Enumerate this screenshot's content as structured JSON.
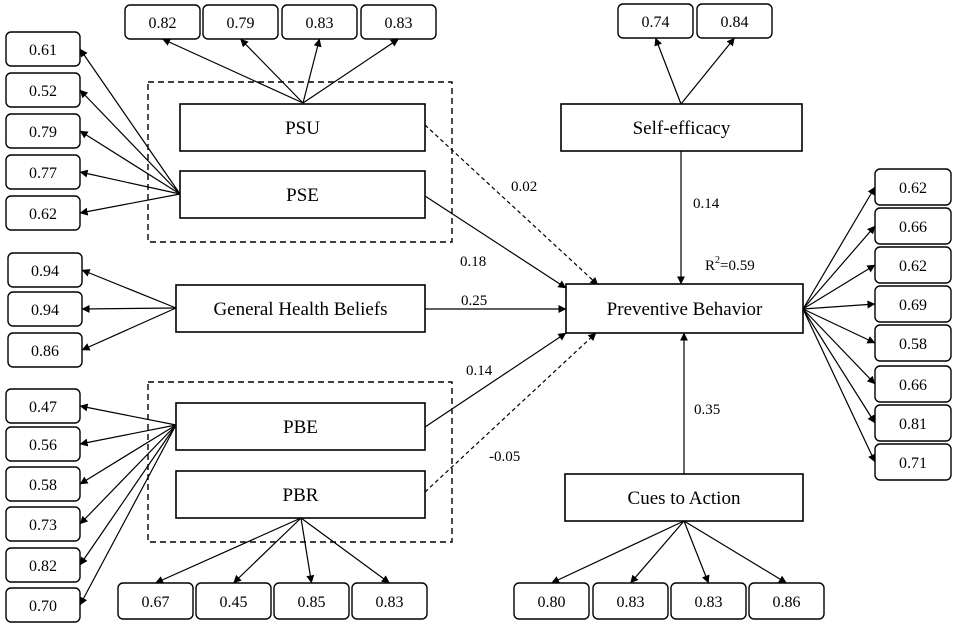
{
  "constructs": {
    "psu": "PSU",
    "pse": "PSE",
    "ghb": "General Health Beliefs",
    "pbe": "PBE",
    "pbr": "PBR",
    "se": "Self-efficacy",
    "pb": "Preventive Behavior",
    "ca": "Cues to Action"
  },
  "loadings": {
    "psu": [
      "0.82",
      "0.79",
      "0.83",
      "0.83"
    ],
    "pse": [
      "0.61",
      "0.52",
      "0.79",
      "0.77",
      "0.62"
    ],
    "ghb": [
      "0.94",
      "0.94",
      "0.86"
    ],
    "pbe": [
      "0.47",
      "0.56",
      "0.58",
      "0.73",
      "0.82",
      "0.70"
    ],
    "pbr": [
      "0.67",
      "0.45",
      "0.85",
      "0.83"
    ],
    "se": [
      "0.74",
      "0.84"
    ],
    "pb": [
      "0.62",
      "0.66",
      "0.62",
      "0.69",
      "0.58",
      "0.66",
      "0.81",
      "0.71"
    ],
    "ca": [
      "0.80",
      "0.83",
      "0.83",
      "0.86"
    ]
  },
  "paths": {
    "psu_pb": "0.02",
    "pse_pb": "0.18",
    "ghb_pb": "0.25",
    "pbe_pb": "0.14",
    "pbr_pb": "-0.05",
    "se_pb": "0.14",
    "ca_pb": "0.35"
  },
  "r_squared": {
    "prefix": "R",
    "sup": "2",
    "value": "=0.59"
  }
}
